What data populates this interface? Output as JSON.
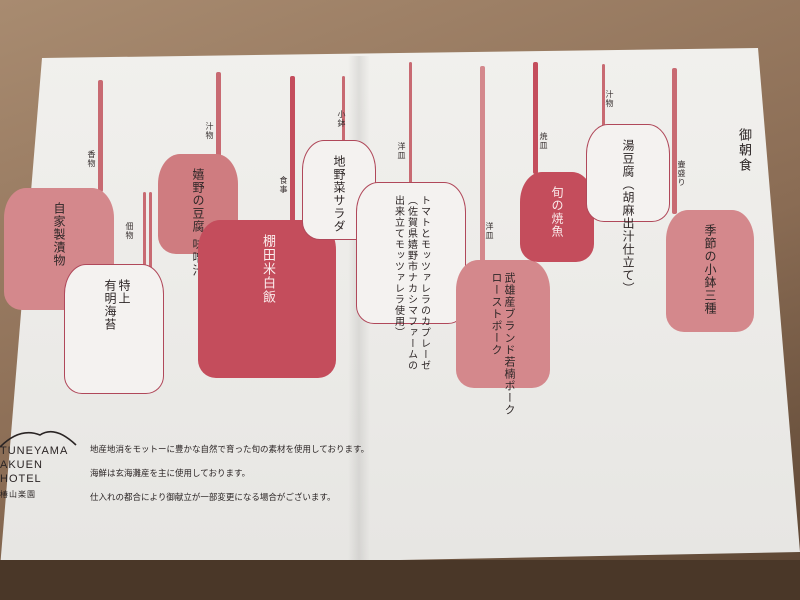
{
  "menu": {
    "title": "御朝食",
    "items": [
      {
        "category": "香物",
        "dish": "自家製漬物"
      },
      {
        "category": "汁物",
        "dish": "嬉野の豆腐 味噌汁"
      },
      {
        "category": "佃物",
        "dish_lines": [
          "特上",
          "有明海苔"
        ]
      },
      {
        "category": "食事",
        "dish": "棚田米白飯"
      },
      {
        "category": "小鉢",
        "dish": "地野菜サラダ"
      },
      {
        "category": "洋皿",
        "dish_lines": [
          "トマトとモッツァレラのカプレーゼ",
          "（佐賀県嬉野市ナカシマファームの",
          "出来立てモッツァレラ使用）"
        ]
      },
      {
        "category": "洋皿",
        "dish_lines": [
          "武雄産ブランド若楠ポーク",
          "ローストポーク"
        ]
      },
      {
        "category": "焼皿",
        "dish": "旬の焼魚"
      },
      {
        "category": "汁物",
        "dish": "湯豆腐（胡麻出汁仕立て）"
      },
      {
        "category": "壷盛り",
        "dish": "季節の小鉢三種"
      }
    ]
  },
  "notes": [
    "地産地消をモットーに豊かな自然で育った旬の素材を使用しております。",
    "海鮮は玄海灘産を主に使用しております。",
    "仕入れの都合により御献立が一部変更になる場合がございます。"
  ],
  "logo": {
    "lines": [
      "TUNEYAMA",
      "AKUEN",
      "HOTEL",
      "椿山楽園"
    ]
  },
  "colors": {
    "tag_dark": "#c44d5c",
    "tag_mid": "#cf7c80",
    "tag_light": "#d4888c",
    "outline": "#b0485a"
  }
}
